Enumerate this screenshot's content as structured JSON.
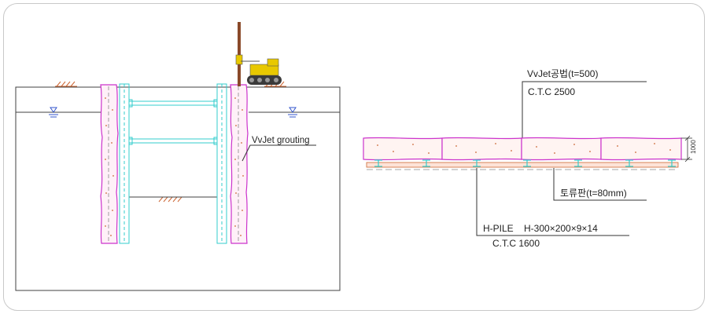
{
  "colors": {
    "outline": "#404040",
    "grout": "#cc33cc",
    "pile": "#33cccc",
    "soil": "#cc6633",
    "water": "#3355cc",
    "rig_body": "#e8c800",
    "leader": "#8a4a2a",
    "leader_line": "#333333"
  },
  "icons": {
    "water_level": "inverted-triangle-icon",
    "ground_hatch": "soil-hatch-icon",
    "rig": "drilling-rig-icon"
  },
  "section": {
    "label": "VvJet grouting"
  },
  "plan": {
    "method_label": "VvJet공법(t=500)",
    "ctc_top": "C.T.C 2500",
    "dimension": "1000",
    "lagging_label": "토류판(t=80mm)",
    "pile_label": "H-PILE    H-300×200×9×14",
    "ctc_bottom": "C.T.C 1600"
  }
}
